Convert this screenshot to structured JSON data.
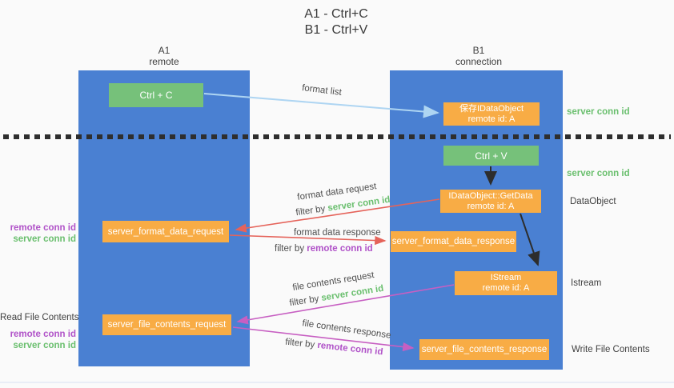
{
  "title": {
    "line1": "A1 - Ctrl+C",
    "line2": "B1 - Ctrl+V"
  },
  "lifelines": {
    "a": {
      "title": "A1",
      "subtitle": "remote"
    },
    "b": {
      "title": "B1",
      "subtitle": "connection"
    }
  },
  "boxes": {
    "ctrl_c": "Ctrl + C",
    "ctrl_v": "Ctrl + V",
    "save_idataobject": {
      "line1": "保存IDataObject",
      "line2": "remote id: A"
    },
    "getdata": {
      "line1": "IDataObject::GetData",
      "line2": "remote id: A"
    },
    "istream": {
      "line1": "IStream",
      "line2": "remote id: A"
    },
    "format_request": "server_format_data_request",
    "format_response": "server_format_data_response",
    "file_request": "server_file_contents_request",
    "file_response": "server_file_contents_response"
  },
  "labels": {
    "format_list": "format list",
    "format_data_request": "format data request",
    "format_data_response": "format data response",
    "file_contents_request": "file contents request",
    "file_contents_response": "file contents response",
    "filter_by": "filter by",
    "server_conn_id": "server conn id",
    "remote_conn_id": "remote conn id",
    "dataobject": "DataObject",
    "istream": "Istream",
    "read_file_contents": "Read File Contents",
    "write_file_contents": "Write File Contents"
  },
  "colors": {
    "lifeline_blue": "#4a80d2",
    "action_green": "#76c17a",
    "message_orange": "#f8ac45",
    "arrow_red": "#e5635a",
    "arrow_magenta": "#c75fc2",
    "arrow_lightblue": "#aed5f2",
    "arrow_black": "#2d2d2d",
    "text_green": "#6abf6e",
    "text_purple": "#b052c8"
  }
}
